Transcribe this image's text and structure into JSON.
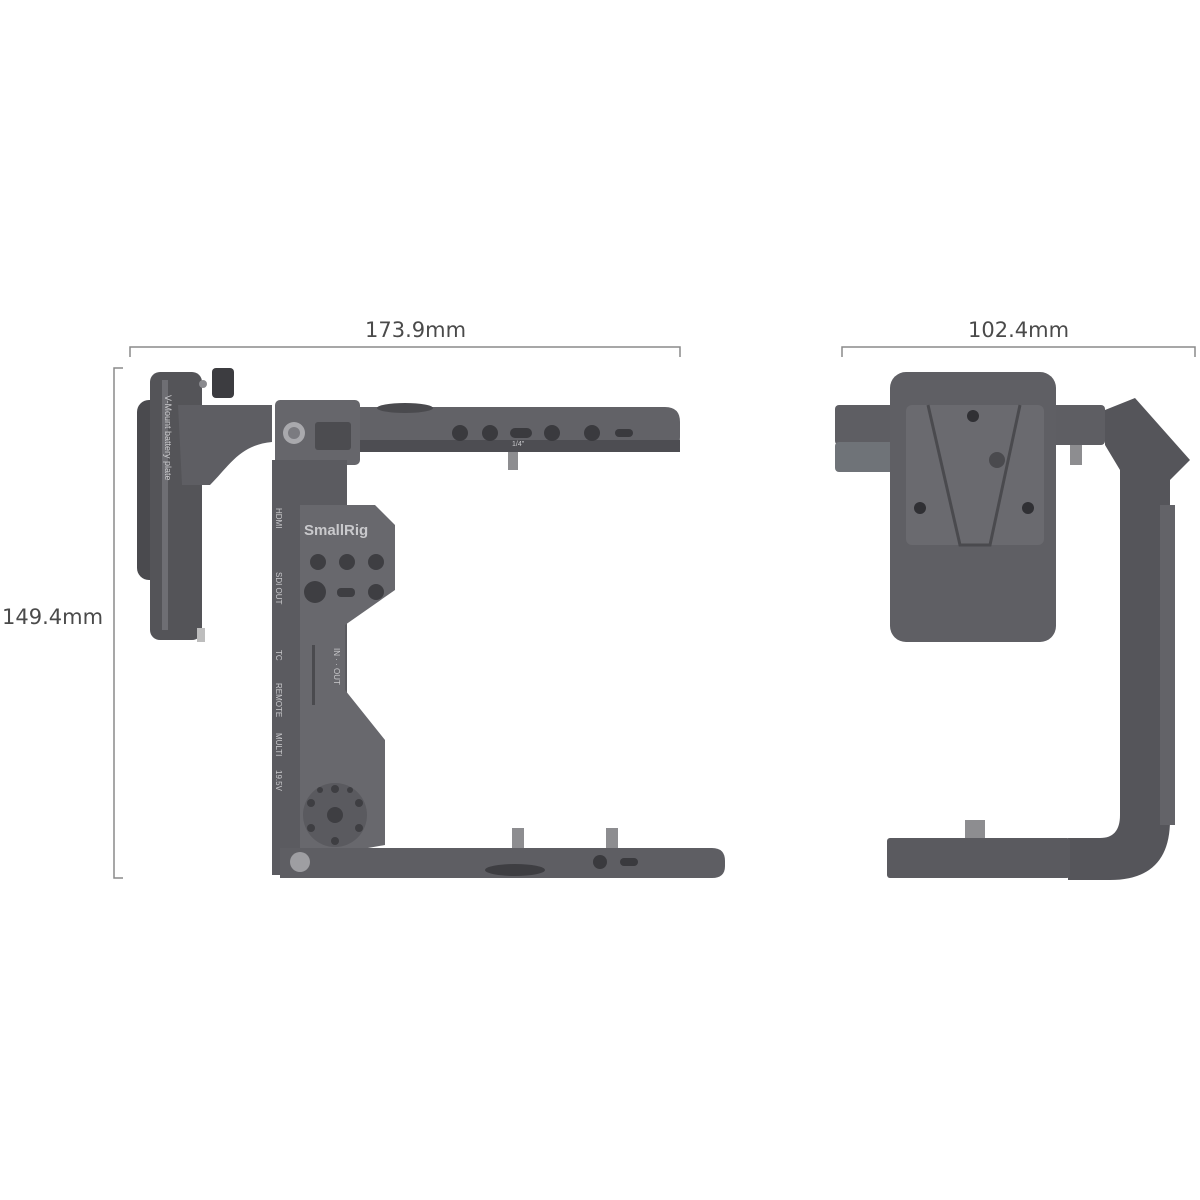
{
  "dimensions": {
    "width_front": "173.9mm",
    "width_side": "102.4mm",
    "height": "149.4mm"
  },
  "product_markings": {
    "brand_logo": "SmallRig",
    "battery_plate": "V-Mount battery plate",
    "thread": "1/4\"",
    "ports": [
      "HDMI",
      "SDI OUT",
      "TC",
      "REMOTE",
      "MULTI",
      "19.5V"
    ],
    "in_out": "IN · · OUT"
  },
  "colors": {
    "metal": "#5a5a5f",
    "metal_dark": "#3e3e42",
    "metal_light": "#77777c",
    "dimension_line": "#8a8a8a"
  }
}
